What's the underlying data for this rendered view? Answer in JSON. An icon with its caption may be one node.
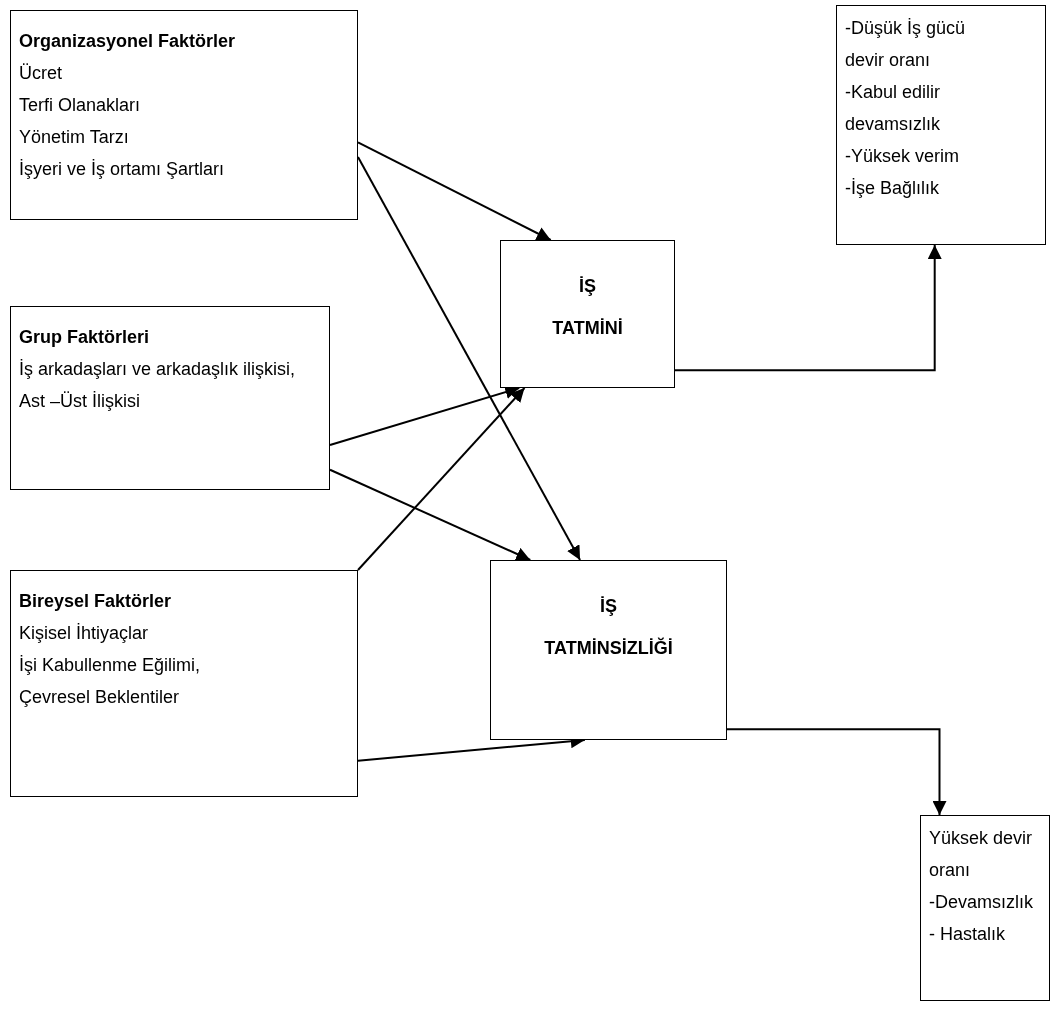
{
  "diagram": {
    "nodes": [
      {
        "text": [
          "Organizasyonel Faktörler",
          "Ücret",
          "Terfi Olanakları",
          "Yönetim Tarzı",
          "İşyeri ve İş ortamı Şartları"
        ]
      },
      {
        "text": [
          "Grup Faktörleri",
          "İş arkadaşları ve arkadaşlık ilişkisi,",
          "Ast –Üst İlişkisi"
        ]
      },
      {
        "text": [
          "Bireysel Faktörler",
          "Kişisel İhtiyaçlar",
          "İşi Kabullenme Eğilimi,",
          "Çevresel  Beklentiler"
        ]
      },
      {
        "text": [
          "İŞ TATMİNİ"
        ]
      },
      {
        "text": [
          "İŞ TATMİNSİZLİĞİ"
        ]
      },
      {
        "text": [
          "-Düşük İş gücü devir oranı",
          "-Kabul edilir devamsızlık",
          "-Yüksek verim",
          "-İşe Bağlılık"
        ]
      },
      {
        "text": [
          "Yüksek devir oranı",
          "-Devamsızlık",
          "- Hastalık"
        ]
      }
    ],
    "edges": [
      {
        "from": 0,
        "to": 3,
        "arrow": "to"
      },
      {
        "from": 0,
        "to": 4,
        "arrow": "to"
      },
      {
        "from": 1,
        "to": 3,
        "arrow": "to"
      },
      {
        "from": 1,
        "to": 4,
        "arrow": "to"
      },
      {
        "from": 2,
        "to": 3,
        "arrow": "to"
      },
      {
        "from": 2,
        "to": 4,
        "arrow": "to"
      },
      {
        "from": 3,
        "to": 5,
        "arrow": "to"
      },
      {
        "from": 4,
        "to": 6,
        "arrow": "to"
      }
    ]
  }
}
